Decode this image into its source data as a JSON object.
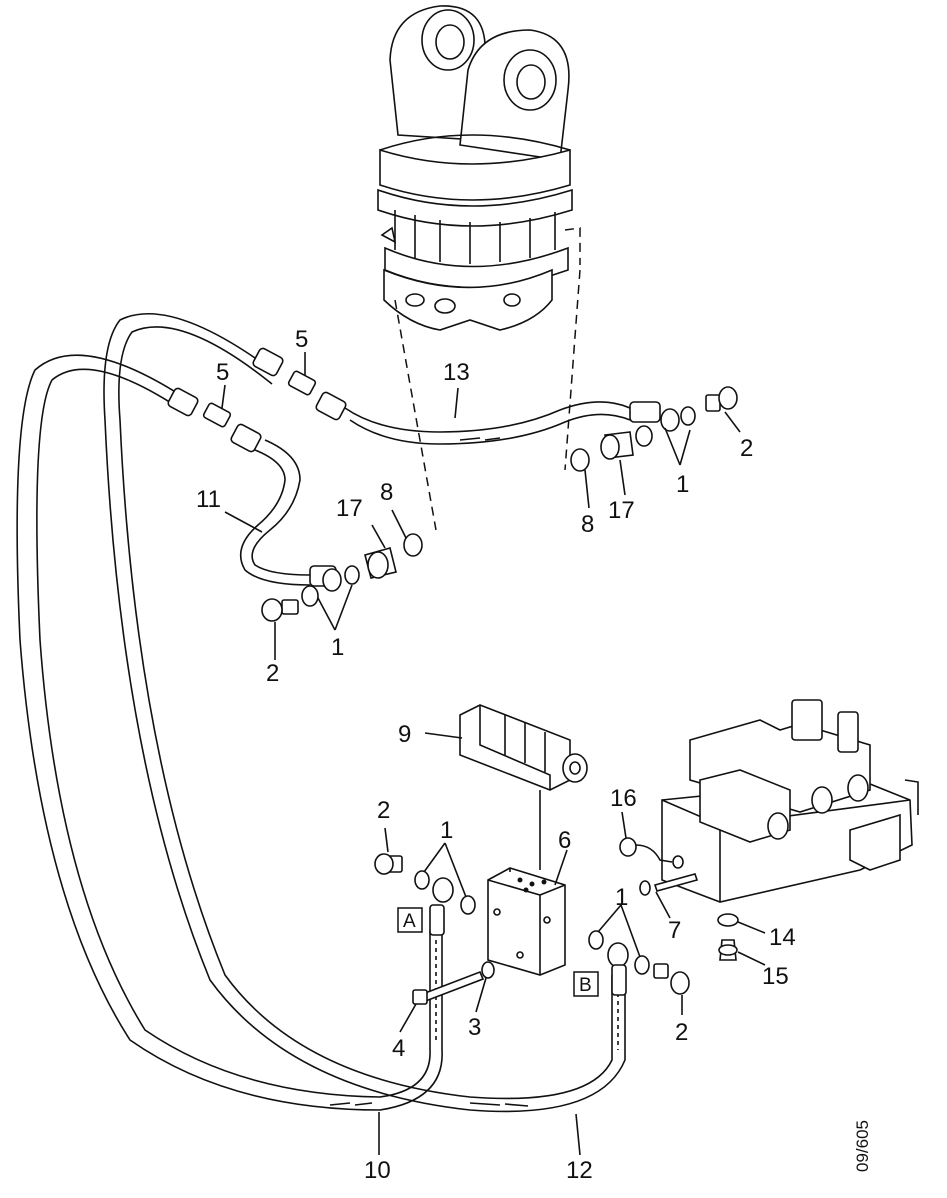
{
  "diagram": {
    "callouts": {
      "c1_top_right": "1",
      "c1_left": "1",
      "c1_valve_left": "1",
      "c1_valve_right": "1",
      "c2_top_right": "2",
      "c2_left": "2",
      "c2_valve_left": "2",
      "c2_valve_right": "2",
      "c3": "3",
      "c4": "4",
      "c5_upper": "5",
      "c5_lower": "5",
      "c6": "6",
      "c7": "7",
      "c8_left": "8",
      "c8_right": "8",
      "c9": "9",
      "c10": "10",
      "c11": "11",
      "c12": "12",
      "c13": "13",
      "c14": "14",
      "c15": "15",
      "c16": "16",
      "c17_left": "17",
      "c17_right": "17"
    },
    "port_labels": {
      "a": "A",
      "b": "B"
    },
    "reference": "09/605"
  }
}
